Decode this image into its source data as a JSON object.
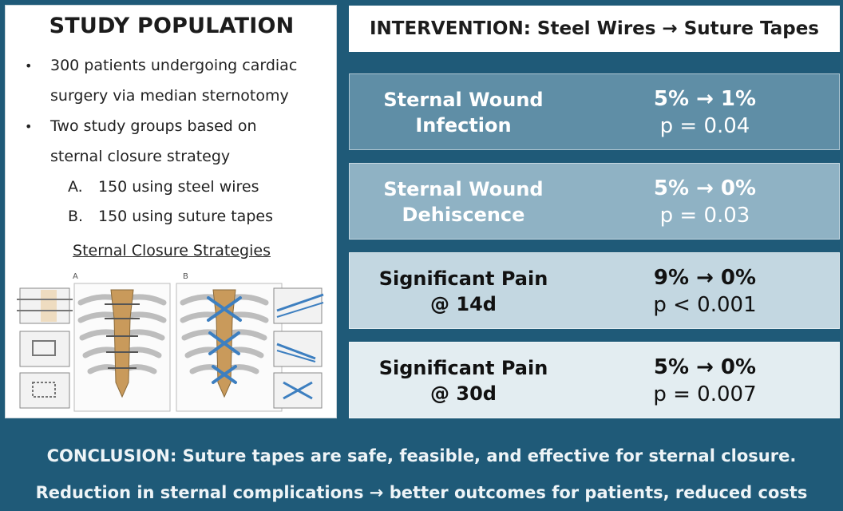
{
  "study_population": {
    "title": "STUDY POPULATION",
    "bullets": [
      {
        "lines": [
          "300 patients undergoing cardiac",
          "surgery via median sternotomy"
        ]
      },
      {
        "lines": [
          "Two study groups based on",
          "sternal closure strategy"
        ]
      }
    ],
    "groups": [
      {
        "letter": "A.",
        "text": "150 using steel wires"
      },
      {
        "letter": "B.",
        "text": "150 using suture tapes"
      }
    ],
    "figure_caption": "Sternal Closure Strategies",
    "figure_labels": {
      "a": "A",
      "b": "B"
    }
  },
  "intervention": {
    "title": "INTERVENTION: Steel Wires → Suture Tapes"
  },
  "outcomes": [
    {
      "label_lines": [
        "Sternal Wound",
        "Infection"
      ],
      "change": "5% → 1%",
      "p": "p = 0.04",
      "bg": "#5f8ea6",
      "fg": "#ffffff"
    },
    {
      "label_lines": [
        "Sternal Wound",
        "Dehiscence"
      ],
      "change": "5% → 0%",
      "p": "p = 0.03",
      "bg": "#8fb2c4",
      "fg": "#ffffff"
    },
    {
      "label_lines": [
        "Significant Pain",
        "@ 14d"
      ],
      "change": "9% → 0%",
      "p": "p < 0.001",
      "bg": "#c3d7e1",
      "fg": "#111111"
    },
    {
      "label_lines": [
        "Significant Pain",
        "@ 30d"
      ],
      "change": "5% → 0%",
      "p": "p = 0.007",
      "bg": "#e3edf1",
      "fg": "#111111"
    }
  ],
  "conclusion": {
    "line1": "CONCLUSION: Suture tapes are safe, feasible, and effective for sternal closure.",
    "line2": "Reduction in sternal complications → better outcomes for patients, reduced costs"
  },
  "colors": {
    "background": "#1f5a78",
    "bone": "#c99a5b",
    "wire": "#8a8a8a",
    "tape": "#3d7fc0"
  }
}
